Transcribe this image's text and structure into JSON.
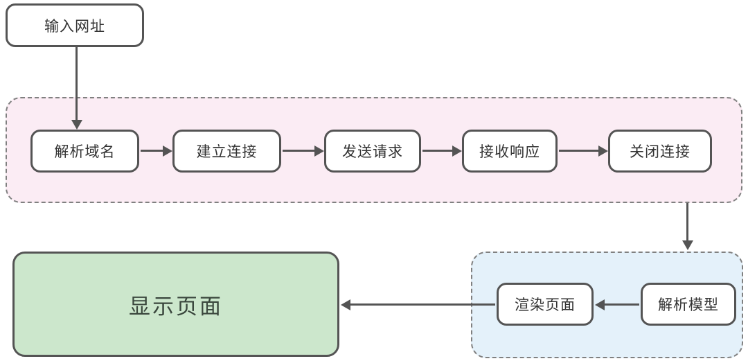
{
  "nodes": {
    "input_url": {
      "label": "输入网址"
    },
    "resolve_domain": {
      "label": "解析域名"
    },
    "establish_connection": {
      "label": "建立连接"
    },
    "send_request": {
      "label": "发送请求"
    },
    "receive_response": {
      "label": "接收响应"
    },
    "close_connection": {
      "label": "关闭连接"
    },
    "parse_model": {
      "label": "解析模型"
    },
    "render_page": {
      "label": "渲染页面"
    },
    "display_page": {
      "label": "显示页面"
    }
  },
  "edges": [
    {
      "from": "输入网址",
      "to": "解析域名"
    },
    {
      "from": "解析域名",
      "to": "建立连接"
    },
    {
      "from": "建立连接",
      "to": "发送请求"
    },
    {
      "from": "发送请求",
      "to": "接收响应"
    },
    {
      "from": "接收响应",
      "to": "关闭连接"
    },
    {
      "from": "关闭连接",
      "to": "解析模型"
    },
    {
      "from": "解析模型",
      "to": "渲染页面"
    },
    {
      "from": "渲染页面",
      "to": "显示页面"
    }
  ],
  "colors": {
    "node_border": "#545454",
    "arrow": "#545454",
    "text": "#333333",
    "group_border": "#808080",
    "pink_group_bg": "#fbecf4",
    "blue_group_bg": "#e4f1fa",
    "green_node_bg": "#cce7cc",
    "green_node_text": "#3a473d"
  }
}
